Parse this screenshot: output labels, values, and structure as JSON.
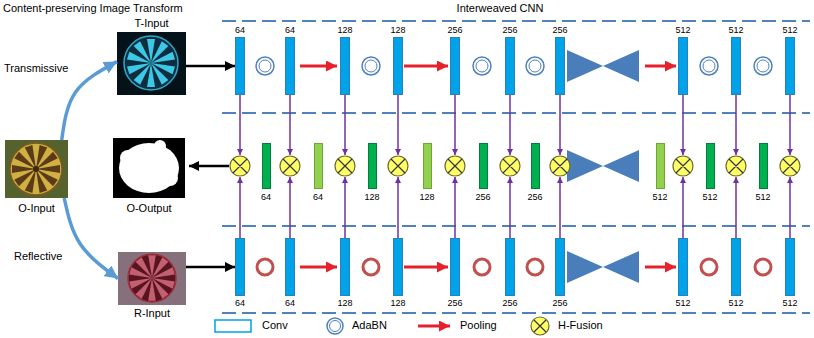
{
  "diagram": {
    "nodes": [
      {
        "text": [
          "T-Input"
        ]
      },
      {
        "text": [
          "64"
        ]
      },
      {
        "text": [
          "64"
        ]
      },
      {
        "text": [
          "128"
        ]
      },
      {
        "text": [
          "128"
        ]
      },
      {
        "text": [
          "256"
        ]
      },
      {
        "text": [
          "256"
        ]
      },
      {
        "text": [
          "256"
        ]
      },
      {
        "text": [
          "512"
        ]
      },
      {
        "text": [
          "512"
        ]
      },
      {
        "text": [
          "512"
        ]
      },
      {
        "text": [
          "O-Input"
        ]
      },
      {
        "text": [
          "O-Output"
        ]
      },
      {
        "text": [
          "64"
        ]
      },
      {
        "text": [
          "64"
        ]
      },
      {
        "text": [
          "128"
        ]
      },
      {
        "text": [
          "128"
        ]
      },
      {
        "text": [
          "256"
        ]
      },
      {
        "text": [
          "256"
        ]
      },
      {
        "text": [
          "512"
        ]
      },
      {
        "text": [
          "512"
        ]
      },
      {
        "text": [
          "512"
        ]
      },
      {
        "text": [
          "R-Input"
        ]
      },
      {
        "text": [
          "64"
        ]
      },
      {
        "text": [
          "64"
        ]
      },
      {
        "text": [
          "128"
        ]
      },
      {
        "text": [
          "128"
        ]
      },
      {
        "text": [
          "256"
        ]
      },
      {
        "text": [
          "256"
        ]
      },
      {
        "text": [
          "256"
        ]
      },
      {
        "text": [
          "512"
        ]
      },
      {
        "text": [
          "512"
        ]
      },
      {
        "text": [
          "512"
        ]
      }
    ],
    "edges": [
      {
        "from": 11,
        "to": 0,
        "arrow": "to",
        "label": "Transmissive"
      },
      {
        "from": 11,
        "to": 22,
        "arrow": "to",
        "label": "Reflective"
      },
      {
        "from": 0,
        "to": 1,
        "arrow": "to"
      },
      {
        "from": 22,
        "to": 23,
        "arrow": "to"
      }
    ],
    "labels": [
      "Content-preserving Image Transform",
      "Interweaved CNN"
    ],
    "legend": [
      {
        "text": "Conv"
      },
      {
        "text": "AdaBN"
      },
      {
        "text": "Pooling"
      },
      {
        "text": "H-Fusion"
      }
    ]
  }
}
